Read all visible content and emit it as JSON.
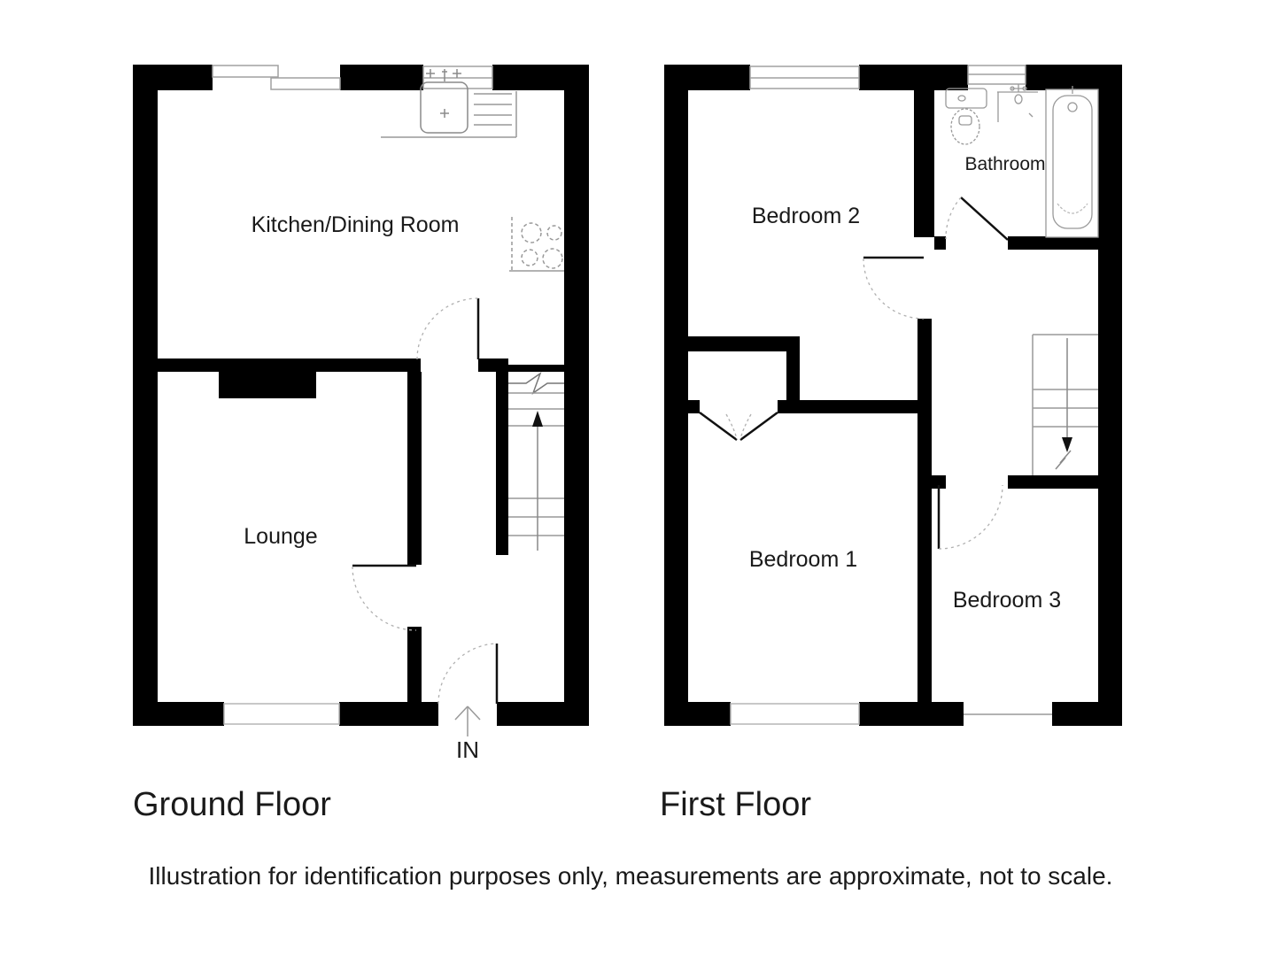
{
  "document": {
    "background": "#ffffff"
  },
  "ground_floor": {
    "title": "Ground Floor",
    "rooms": {
      "kitchen": {
        "label": "Kitchen/Dining Room"
      },
      "lounge": {
        "label": "Lounge"
      }
    },
    "entrance_label": "IN",
    "fixtures": [
      "kitchen-sink",
      "drainer",
      "hob",
      "chimney-breast",
      "staircase-up",
      "entrance-door",
      "windows"
    ]
  },
  "first_floor": {
    "title": "First Floor",
    "rooms": {
      "bedroom2": {
        "label": "Bedroom 2"
      },
      "bathroom": {
        "label": "Bathroom"
      },
      "bedroom1": {
        "label": "Bedroom 1"
      },
      "bedroom3": {
        "label": "Bedroom 3"
      }
    },
    "fixtures": [
      "toilet",
      "basin",
      "bath",
      "staircase-down",
      "built-in-cupboard",
      "windows"
    ]
  },
  "footer": {
    "disclaimer": "Illustration for identification purposes only, measurements are approximate, not to scale."
  },
  "colors": {
    "wall": "#000000",
    "fixture_line": "#999999",
    "door_leaf": "#111111",
    "door_arc": "#b0b0b0",
    "window_line": "#a0a0a0",
    "text": "#1a1a1a"
  }
}
